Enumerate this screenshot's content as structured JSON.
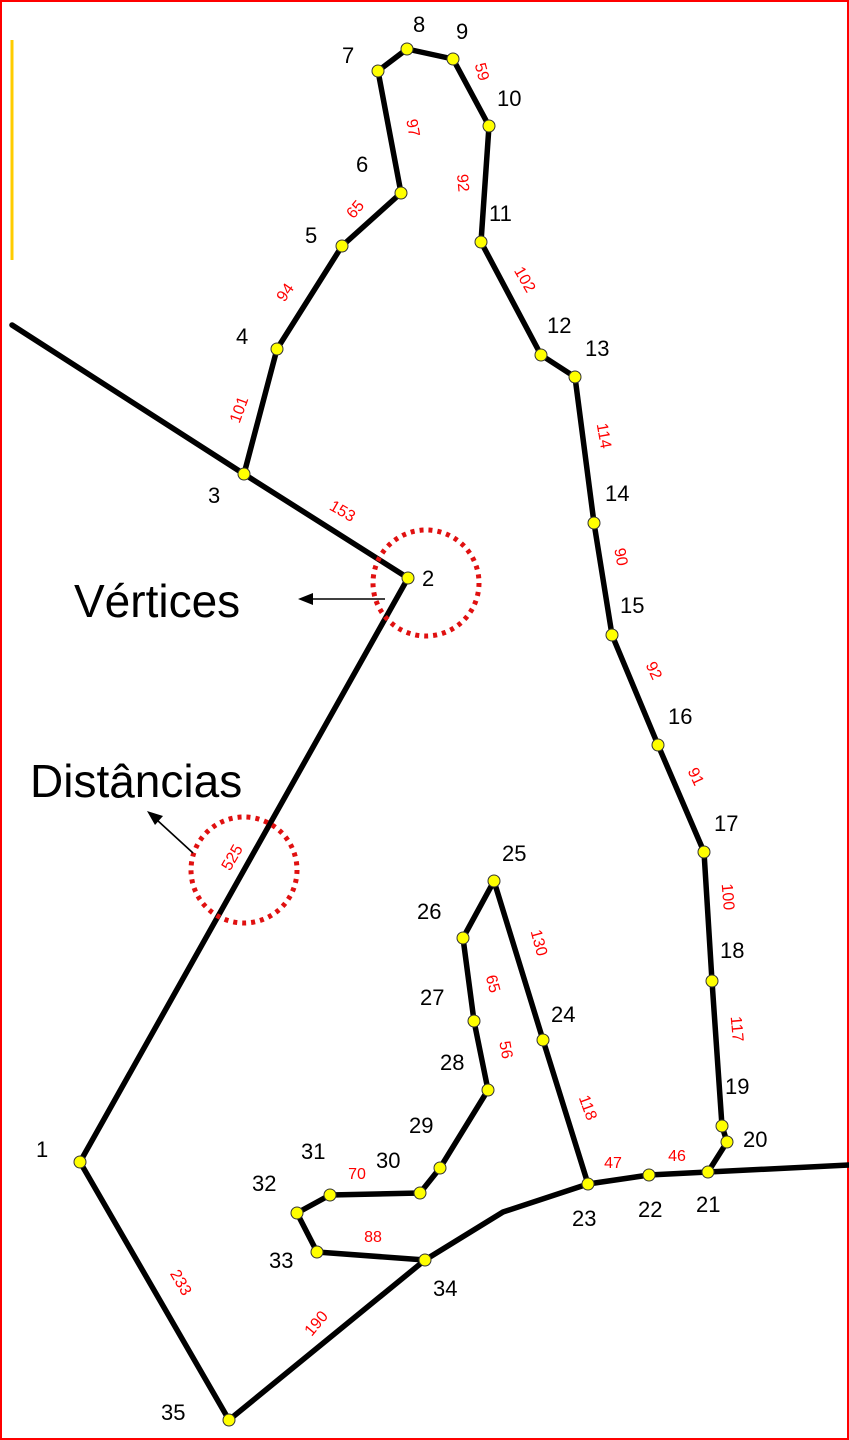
{
  "colors": {
    "edge": "#000000",
    "vertex": "#ffff00",
    "distance_label": "#ff0000",
    "callout_circle": "#e01010",
    "frame": "#ff0000"
  },
  "vertices": [
    "1",
    "2",
    "3",
    "4",
    "5",
    "6",
    "7",
    "8",
    "9",
    "10",
    "11",
    "12",
    "13",
    "14",
    "15",
    "16",
    "17",
    "18",
    "19",
    "20",
    "21",
    "22",
    "23",
    "24",
    "25",
    "26",
    "27",
    "28",
    "29",
    "30",
    "31",
    "32",
    "33",
    "34",
    "35"
  ],
  "distances": [
    "525",
    "153",
    "101",
    "94",
    "65",
    "97",
    "59",
    "92",
    "102",
    "114",
    "90",
    "92",
    "91",
    "100",
    "117",
    "46",
    "47",
    "118",
    "130",
    "65",
    "56",
    "70",
    "88",
    "190",
    "233"
  ],
  "callouts": {
    "vertices_label": "Vértices",
    "distances_label": "Distâncias"
  }
}
